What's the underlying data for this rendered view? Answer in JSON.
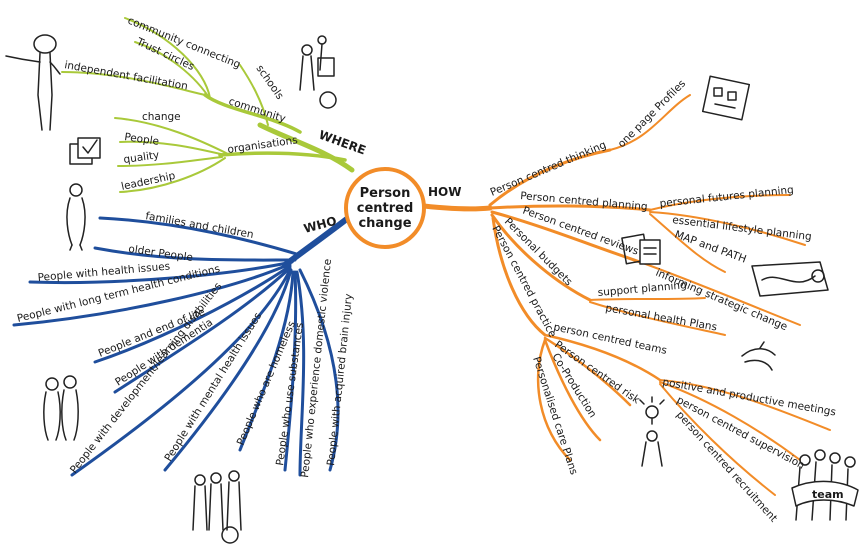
{
  "center": {
    "line1": "Person",
    "line2": "centred",
    "line3": "change"
  },
  "colors": {
    "where": "#a9c93a",
    "who": "#1f4e9c",
    "how": "#f28c28",
    "ink": "#1a1a1a"
  },
  "where": {
    "heading": "WHERE",
    "community": "community",
    "community_connecting": "community connecting",
    "trust_circles": "Trust circles",
    "independent_facilitation": "independent facilitation",
    "schools": "schools",
    "organisations": "organisations",
    "change": "change",
    "people": "People",
    "quality": "quality",
    "leadership": "leadership"
  },
  "who": {
    "heading": "WHO",
    "items": [
      "families and children",
      "older People",
      "People with health issues",
      "People with long term health conditions",
      "People and end of life",
      "People with dementia",
      "People with development/learning disabilities",
      "People with mental health issues",
      "People who are homeless",
      "People who use substances",
      "People who experience domestic violence",
      "People with acquired brain injury"
    ]
  },
  "how": {
    "heading": "HOW",
    "thinking": "Person centred thinking",
    "one_page_profiles": "one page Profiles",
    "planning": "Person centred planning",
    "personal_futures": "personal futures planning",
    "essential_lifestyle": "essential lifestyle planning",
    "map_path": "MAP and PATH",
    "reviews": "Person centred reviews",
    "informing": "informing strategic change",
    "budgets": "Personal budgets",
    "support_planning": "support planning",
    "health_plans": "personal health Plans",
    "practice": "Person centred practice",
    "teams": "person centred teams",
    "positive_meetings": "positive and productive meetings",
    "supervision": "person centred supervision",
    "recruitment": "person centred recruitment",
    "risk": "Person centred risk",
    "coproduction": "Co-Production",
    "care_plans": "Personalised care Plans"
  },
  "icons": {
    "team_badge": "team"
  }
}
